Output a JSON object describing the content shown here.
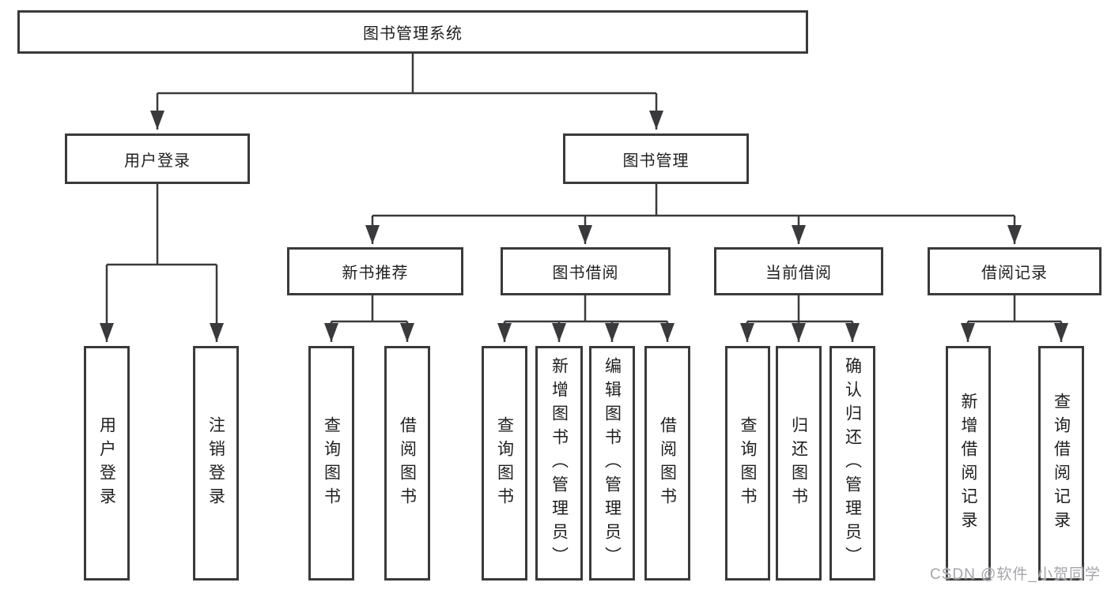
{
  "tree": {
    "label": "图书管理系统",
    "children": [
      {
        "label": "用户登录",
        "children": [
          {
            "label": "用户登录"
          },
          {
            "label": "注销登录"
          }
        ]
      },
      {
        "label": "图书管理",
        "children": [
          {
            "label": "新书推荐",
            "children": [
              {
                "label": "查询图书"
              },
              {
                "label": "借阅图书"
              }
            ]
          },
          {
            "label": "图书借阅",
            "children": [
              {
                "label": "查询图书"
              },
              {
                "label": "新增图书（管理员）"
              },
              {
                "label": "编辑图书（管理员）"
              },
              {
                "label": "借阅图书"
              }
            ]
          },
          {
            "label": "当前借阅",
            "children": [
              {
                "label": "查询图书"
              },
              {
                "label": "归还图书"
              },
              {
                "label": "确认归还（管理员）"
              }
            ]
          },
          {
            "label": "借阅记录",
            "children": [
              {
                "label": "新增借阅记录"
              },
              {
                "label": "查询借阅记录"
              }
            ]
          }
        ]
      }
    ]
  },
  "watermark": "CSDN @软件_小贺同学",
  "colors": {
    "line": "#3a3a3c",
    "text": "#1f1f1f",
    "watermark": "#a5a5aa",
    "bg": "#ffffff"
  }
}
